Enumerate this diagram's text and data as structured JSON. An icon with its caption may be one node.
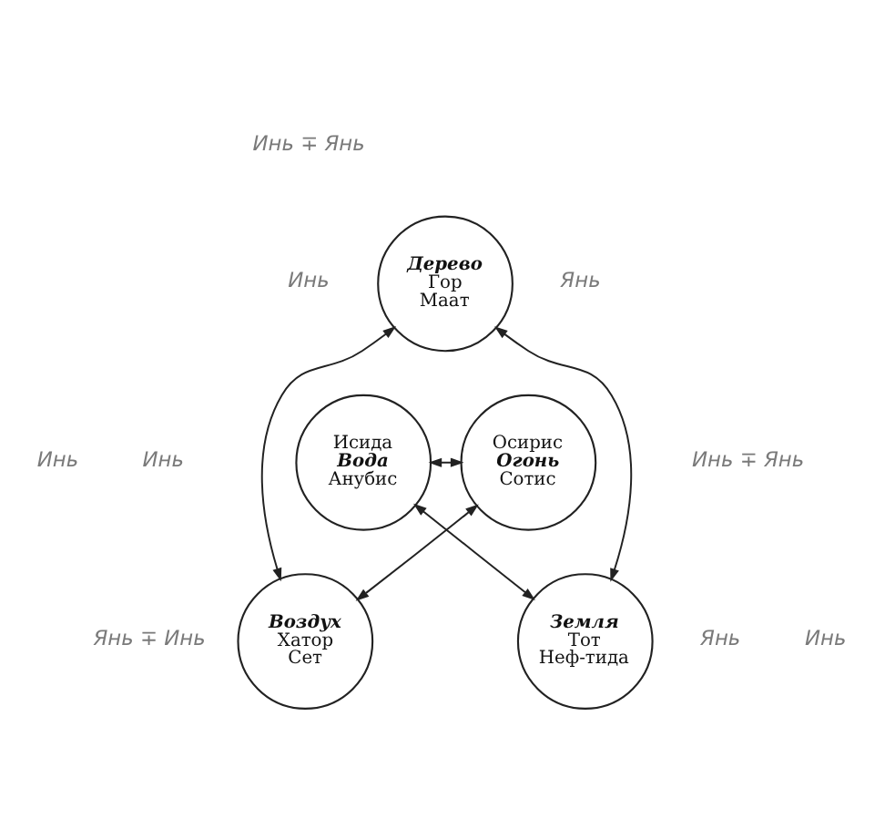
{
  "diagram": {
    "nodes": [
      {
        "text": [
          "Дерево",
          "Гор",
          "Маат"
        ]
      },
      {
        "text": [
          "Исида",
          "Вода",
          "Анубис"
        ]
      },
      {
        "text": [
          "Осирис",
          "Огонь",
          "Сотис"
        ]
      },
      {
        "text": [
          "Воздух",
          "Хатор",
          "Сет"
        ]
      },
      {
        "text": [
          "Земля",
          "Тот",
          "Неф-тида"
        ]
      }
    ],
    "edges": [
      {
        "from": 0,
        "to": 3,
        "arrow": "both"
      },
      {
        "from": 0,
        "to": 4,
        "arrow": "both"
      },
      {
        "from": 1,
        "to": 2,
        "arrow": "both"
      },
      {
        "from": 1,
        "to": 4,
        "arrow": "both"
      },
      {
        "from": 2,
        "to": 3,
        "arrow": "both"
      }
    ],
    "labels": [
      "Инь ∓ Янь",
      "Инь",
      "Янь",
      "Инь",
      "Инь",
      "Инь ∓ Янь",
      "Янь ∓ Инь",
      "Янь",
      "Инь"
    ]
  }
}
